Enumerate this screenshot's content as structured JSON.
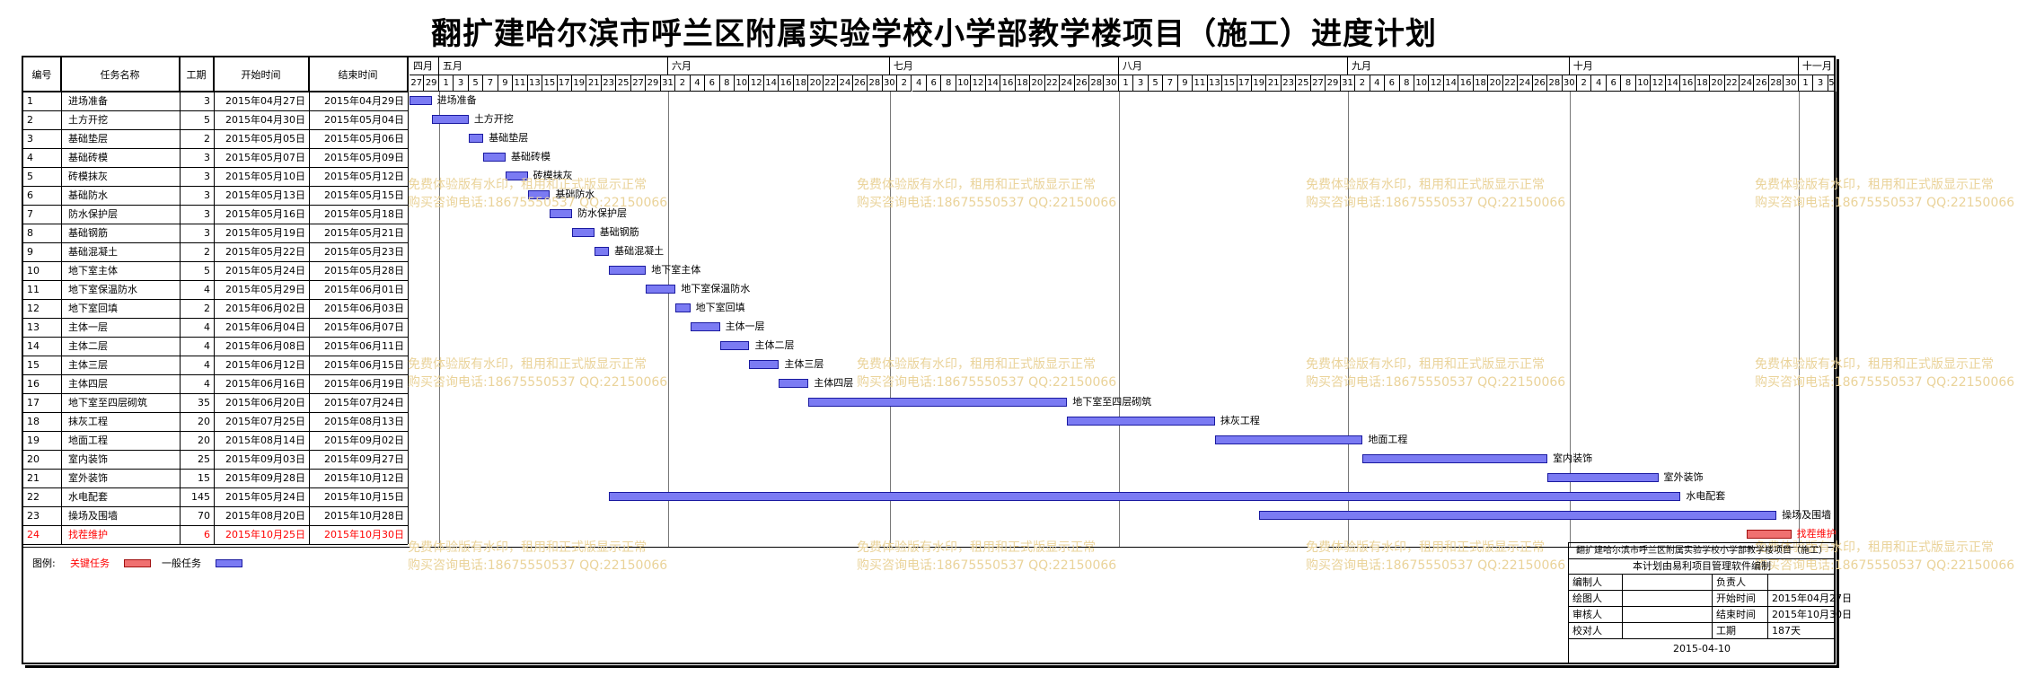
{
  "title": "翻扩建哈尔滨市呼兰区附属实验学校小学部教学楼项目（施工）进度计划",
  "columns": {
    "no": "编号",
    "name": "任务名称",
    "duration": "工期",
    "start": "开始时间",
    "end": "结束时间"
  },
  "months": [
    "四月",
    "五月",
    "六月",
    "七月",
    "八月",
    "九月",
    "十月",
    "十一月"
  ],
  "tasks": [
    {
      "no": "1",
      "name": "进场准备",
      "duration": "3",
      "start": "2015年04月27日",
      "end": "2015年04月29日",
      "label": "进场准备",
      "critical": false
    },
    {
      "no": "2",
      "name": "土方开挖",
      "duration": "5",
      "start": "2015年04月30日",
      "end": "2015年05月04日",
      "label": "土方开挖",
      "critical": false
    },
    {
      "no": "3",
      "name": "基础垫层",
      "duration": "2",
      "start": "2015年05月05日",
      "end": "2015年05月06日",
      "label": "基础垫层",
      "critical": false
    },
    {
      "no": "4",
      "name": "基础砖模",
      "duration": "3",
      "start": "2015年05月07日",
      "end": "2015年05月09日",
      "label": "基础砖模",
      "critical": false
    },
    {
      "no": "5",
      "name": "砖模抹灰",
      "duration": "3",
      "start": "2015年05月10日",
      "end": "2015年05月12日",
      "label": "砖模抹灰",
      "critical": false
    },
    {
      "no": "6",
      "name": "基础防水",
      "duration": "3",
      "start": "2015年05月13日",
      "end": "2015年05月15日",
      "label": "基础防水",
      "critical": false
    },
    {
      "no": "7",
      "name": "防水保护层",
      "duration": "3",
      "start": "2015年05月16日",
      "end": "2015年05月18日",
      "label": "防水保护层",
      "critical": false
    },
    {
      "no": "8",
      "name": "基础钢筋",
      "duration": "3",
      "start": "2015年05月19日",
      "end": "2015年05月21日",
      "label": "基础钢筋",
      "critical": false
    },
    {
      "no": "9",
      "name": "基础混凝土",
      "duration": "2",
      "start": "2015年05月22日",
      "end": "2015年05月23日",
      "label": "基础混凝土",
      "critical": false
    },
    {
      "no": "10",
      "name": "地下室主体",
      "duration": "5",
      "start": "2015年05月24日",
      "end": "2015年05月28日",
      "label": "地下室主体",
      "critical": false
    },
    {
      "no": "11",
      "name": "地下室保温防水",
      "duration": "4",
      "start": "2015年05月29日",
      "end": "2015年06月01日",
      "label": "地下室保温防水",
      "critical": false
    },
    {
      "no": "12",
      "name": "地下室回填",
      "duration": "2",
      "start": "2015年06月02日",
      "end": "2015年06月03日",
      "label": "地下室回填",
      "critical": false
    },
    {
      "no": "13",
      "name": "主体一层",
      "duration": "4",
      "start": "2015年06月04日",
      "end": "2015年06月07日",
      "label": "主体一层",
      "critical": false
    },
    {
      "no": "14",
      "name": "主体二层",
      "duration": "4",
      "start": "2015年06月08日",
      "end": "2015年06月11日",
      "label": "主体二层",
      "critical": false
    },
    {
      "no": "15",
      "name": "主体三层",
      "duration": "4",
      "start": "2015年06月12日",
      "end": "2015年06月15日",
      "label": "主体三层",
      "critical": false
    },
    {
      "no": "16",
      "name": "主体四层",
      "duration": "4",
      "start": "2015年06月16日",
      "end": "2015年06月19日",
      "label": "主体四层",
      "critical": false
    },
    {
      "no": "17",
      "name": "地下室至四层砌筑",
      "duration": "35",
      "start": "2015年06月20日",
      "end": "2015年07月24日",
      "label": "地下室至四层砌筑",
      "critical": false
    },
    {
      "no": "18",
      "name": "抹灰工程",
      "duration": "20",
      "start": "2015年07月25日",
      "end": "2015年08月13日",
      "label": "抹灰工程",
      "critical": false
    },
    {
      "no": "19",
      "name": "地面工程",
      "duration": "20",
      "start": "2015年08月14日",
      "end": "2015年09月02日",
      "label": "地面工程",
      "critical": false
    },
    {
      "no": "20",
      "name": "室内装饰",
      "duration": "25",
      "start": "2015年09月03日",
      "end": "2015年09月27日",
      "label": "室内装饰",
      "critical": false
    },
    {
      "no": "21",
      "name": "室外装饰",
      "duration": "15",
      "start": "2015年09月28日",
      "end": "2015年10月12日",
      "label": "室外装饰",
      "critical": false
    },
    {
      "no": "22",
      "name": "水电配套",
      "duration": "145",
      "start": "2015年05月24日",
      "end": "2015年10月15日",
      "label": "水电配套",
      "critical": false
    },
    {
      "no": "23",
      "name": "操场及围墙",
      "duration": "70",
      "start": "2015年08月20日",
      "end": "2015年10月28日",
      "label": "操场及围墙",
      "critical": false
    },
    {
      "no": "24",
      "name": "找茬维护",
      "duration": "6",
      "start": "2015年10月25日",
      "end": "2015年10月30日",
      "label": "找茬维护",
      "critical": true
    }
  ],
  "legend": {
    "prefix": "图例:",
    "critical": "关键任务",
    "normal": "一般任务"
  },
  "colors": {
    "normal_bar": "#7b7bf3",
    "critical_bar": "#f07070",
    "critical_text": "#ff0000",
    "watermark": "#ead39a"
  },
  "watermark": {
    "line1": "免费体验版有水印，租用和正式版显示正常",
    "line2": "购买咨询电话:18675550537 QQ:22150066"
  },
  "info_box": {
    "project": "翻扩建哈尔滨市呼兰区附属实验学校小学部教学楼项目（施工）",
    "note": "本计划由易利项目管理软件编制",
    "rows": [
      {
        "l1": "编制人",
        "v1": "",
        "l2": "负责人",
        "v2": ""
      },
      {
        "l1": "绘图人",
        "v1": "",
        "l2": "开始时间",
        "v2": "2015年04月27日"
      },
      {
        "l1": "审核人",
        "v1": "",
        "l2": "结束时间",
        "v2": "2015年10月30日"
      },
      {
        "l1": "校对人",
        "v1": "",
        "l2": "工期",
        "v2": "187天"
      }
    ],
    "date": "2015-04-10"
  }
}
